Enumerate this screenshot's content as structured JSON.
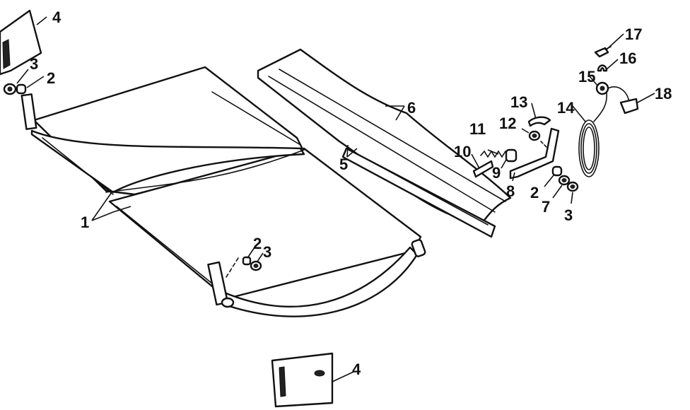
{
  "callouts": {
    "c1": "1",
    "c2a": "2",
    "c2b": "2",
    "c2c": "2",
    "c3a": "3",
    "c3b": "3",
    "c3c": "3",
    "c4a": "4",
    "c4b": "4",
    "c5": "5",
    "c6": "6",
    "c7": "7",
    "c8": "8",
    "c9": "9",
    "c10": "10",
    "c11": "11",
    "c12": "12",
    "c13": "13",
    "c14": "14",
    "c15": "15",
    "c16": "16",
    "c17": "17",
    "c18": "18"
  }
}
